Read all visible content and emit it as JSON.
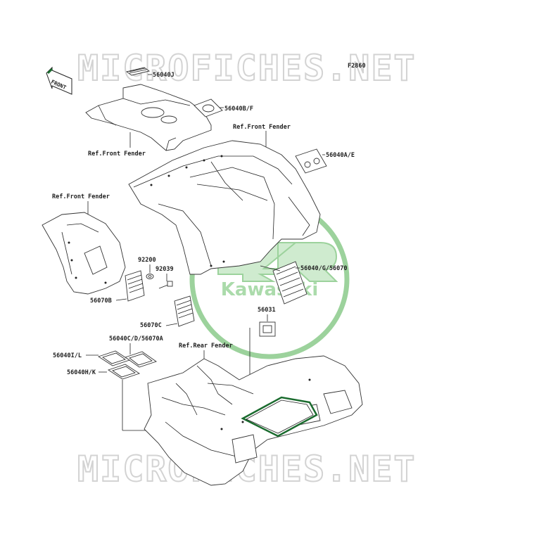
{
  "watermark": {
    "text": "MICROFICHES.NET",
    "logo_text": "Kawasaki",
    "logo_color": "#7cc47c"
  },
  "figure_code": "F2860",
  "front_arrow": "FRONT",
  "labels": {
    "p56040J": "56040J",
    "p56040BF": "56040B/F",
    "ref_front_fender_1": "Ref.Front Fender",
    "ref_front_fender_2": "Ref.Front Fender",
    "p56040AE": "56040A/E",
    "ref_front_fender_3": "Ref.Front Fender",
    "p92200": "92200",
    "p92039": "92039",
    "p56040G56070": "56040/G/56070",
    "p56070B": "56070B",
    "p56070C": "56070C",
    "p56031": "56031",
    "p56040CD56070A": "56040C/D/56070A",
    "ref_rear_fender": "Ref.Rear Fender",
    "p56040IL": "56040I/L",
    "p56040HK": "56040H/K"
  },
  "colors": {
    "line": "#222222",
    "highlight": "#1a6b2e",
    "watermark": "#d3d3d3"
  }
}
